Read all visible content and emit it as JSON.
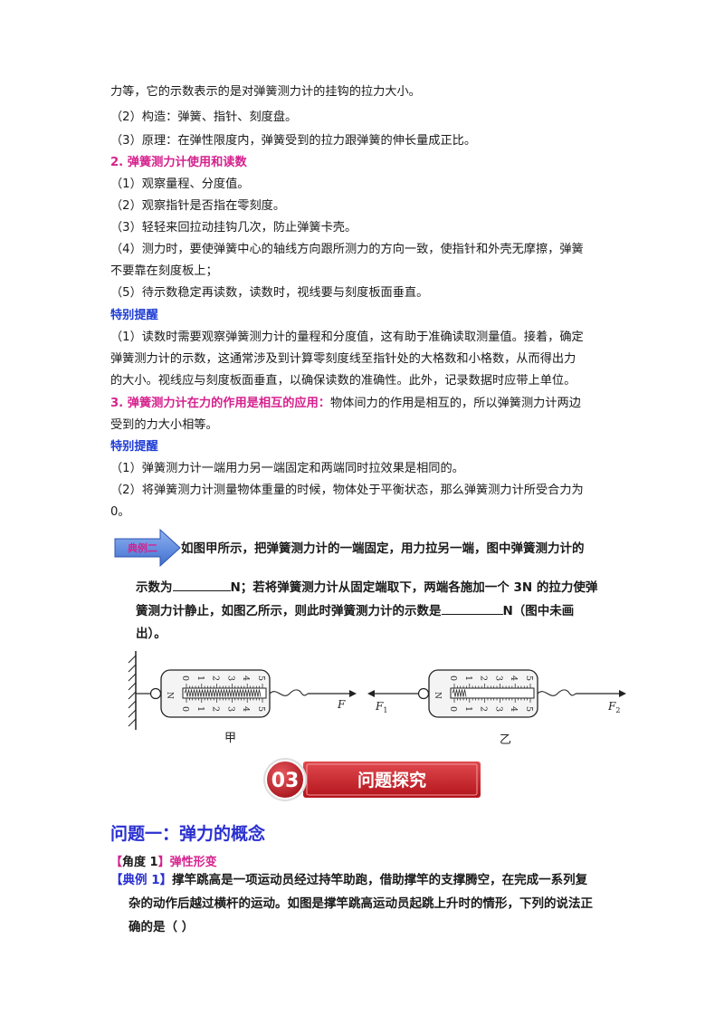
{
  "lines": [
    "力等，它的示数表示的是对弹簧测力计的挂钩的拉力大小。",
    "（2）构造：弹簧、指针、刻度盘。",
    "（3）原理：在弹性限度内，弹簧受到的拉力跟弹簧的伸长量成正比。"
  ],
  "section2": {
    "heading": "2. 弹簧测力计使用和读数",
    "items": [
      "（1）观察量程、分度值。",
      "（2）观察指针是否指在零刻度。",
      "（3）轻轻来回拉动挂钩几次，防止弹簧卡壳。",
      "（4）测力时，要使弹簧中心的轴线方向跟所测力的方向一致，使指针和外壳无摩擦，弹簧",
      "不要靠在刻度板上；",
      "（5）待示数稳定再读数，读数时，视线要与刻度板面垂直。"
    ]
  },
  "tip1": {
    "heading": "特别提醒",
    "lines": [
      "（1）读数时需要观察弹簧测力计的量程和分度值，这有助于准确读取测量值。接着，确定",
      "弹簧测力计的示数，这通常涉及到计算零刻度线至指针处的大格数和小格数，从而得出力",
      "的大小。视线应与刻度板面垂直，以确保读数的准确性。此外，记录数据时应带上单位。"
    ]
  },
  "section3": {
    "heading": "3. 弹簧测力计在力的作用是相互的应用：",
    "text1": "物体间力的作用是相互的，所以弹簧测力计两边",
    "text2": "受到的力大小相等。"
  },
  "tip2": {
    "heading": "特别提醒",
    "lines": [
      "（1）弹簧测力计一端用力另一端固定和两端同时拉效果是相同的。",
      "（2）将弹簧测力计测量物体重量的时候，物体处于平衡状态，那么弹簧测力计所受合力为",
      "0。"
    ]
  },
  "example2": {
    "badge": "典例二",
    "line1": "如图甲所示，把弹簧测力计的一端固定，用力拉另一端，图中弹簧测力计的",
    "line2a": "示数为",
    "line2b": "N；若将弹簧测力计从固定端取下，两端各施加一个 3N 的拉力使弹",
    "line3a": "簧测力计静止，如图乙所示，则此时弹簧测力计的示数是",
    "line3b": "N（图中未画",
    "line4": "出）。"
  },
  "figure": {
    "scale_labels": [
      "0",
      "1",
      "2",
      "3",
      "4",
      "5"
    ],
    "unit": "N",
    "force_left": "F",
    "f1": "F",
    "f1_sub": "1",
    "f2": "F",
    "f2_sub": "2",
    "caption_left": "甲",
    "caption_right": "乙"
  },
  "banner": {
    "number": "03",
    "title": "问题探究"
  },
  "question1": {
    "title": "问题一：弹力的概念",
    "angle_open": "【",
    "angle_label": "角度 1",
    "angle_close": "】",
    "angle_text": "弹性形变",
    "ex_open": "【",
    "ex_label": "典例 1",
    "ex_close": "】",
    "ex_line1": "撑竿跳高是一项运动员经过持竿助跑，借助撑竿的支撑腾空，在完成一系列复",
    "ex_line2": "杂的动作后越过横杆的运动。如图是撑竿跳高运动员起跳上升时的情形，下列的说法正",
    "ex_line3": "确的是（    ）"
  },
  "colors": {
    "magenta": "#d6218e",
    "blue": "#2a30d0",
    "banner_red": "#c8202a",
    "badge_blue": "#3f6fd0"
  }
}
